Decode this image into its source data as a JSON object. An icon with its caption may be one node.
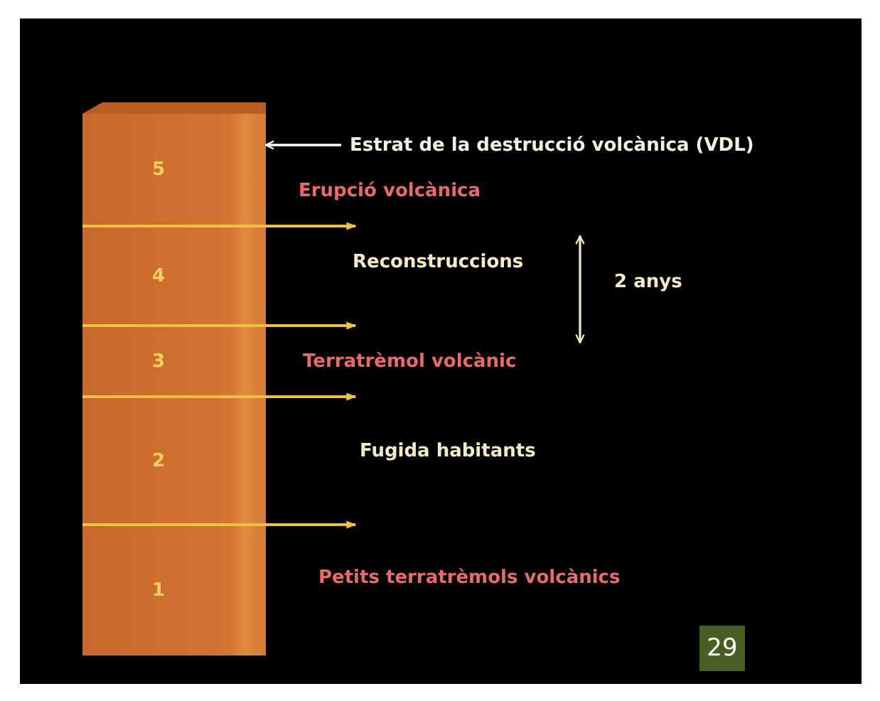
{
  "diagram": {
    "nodes": [
      {
        "text": [
          "5"
        ]
      },
      {
        "text": [
          "4"
        ]
      },
      {
        "text": [
          "3"
        ]
      },
      {
        "text": [
          "2"
        ]
      },
      {
        "text": [
          "1"
        ]
      },
      {
        "text": [
          "Estrat de la destrucció volcànica (VDL)"
        ]
      }
    ],
    "edges": [
      {
        "from": 5,
        "to": 0,
        "arrow": "to",
        "color": "#ffffff"
      }
    ],
    "labels": [
      "Erupció volcànica",
      "Reconstruccions",
      "2 anys",
      "Terratrèmol volcànic",
      "Fugida habitants",
      "Petits terratrèmols volcànics",
      "29"
    ]
  }
}
